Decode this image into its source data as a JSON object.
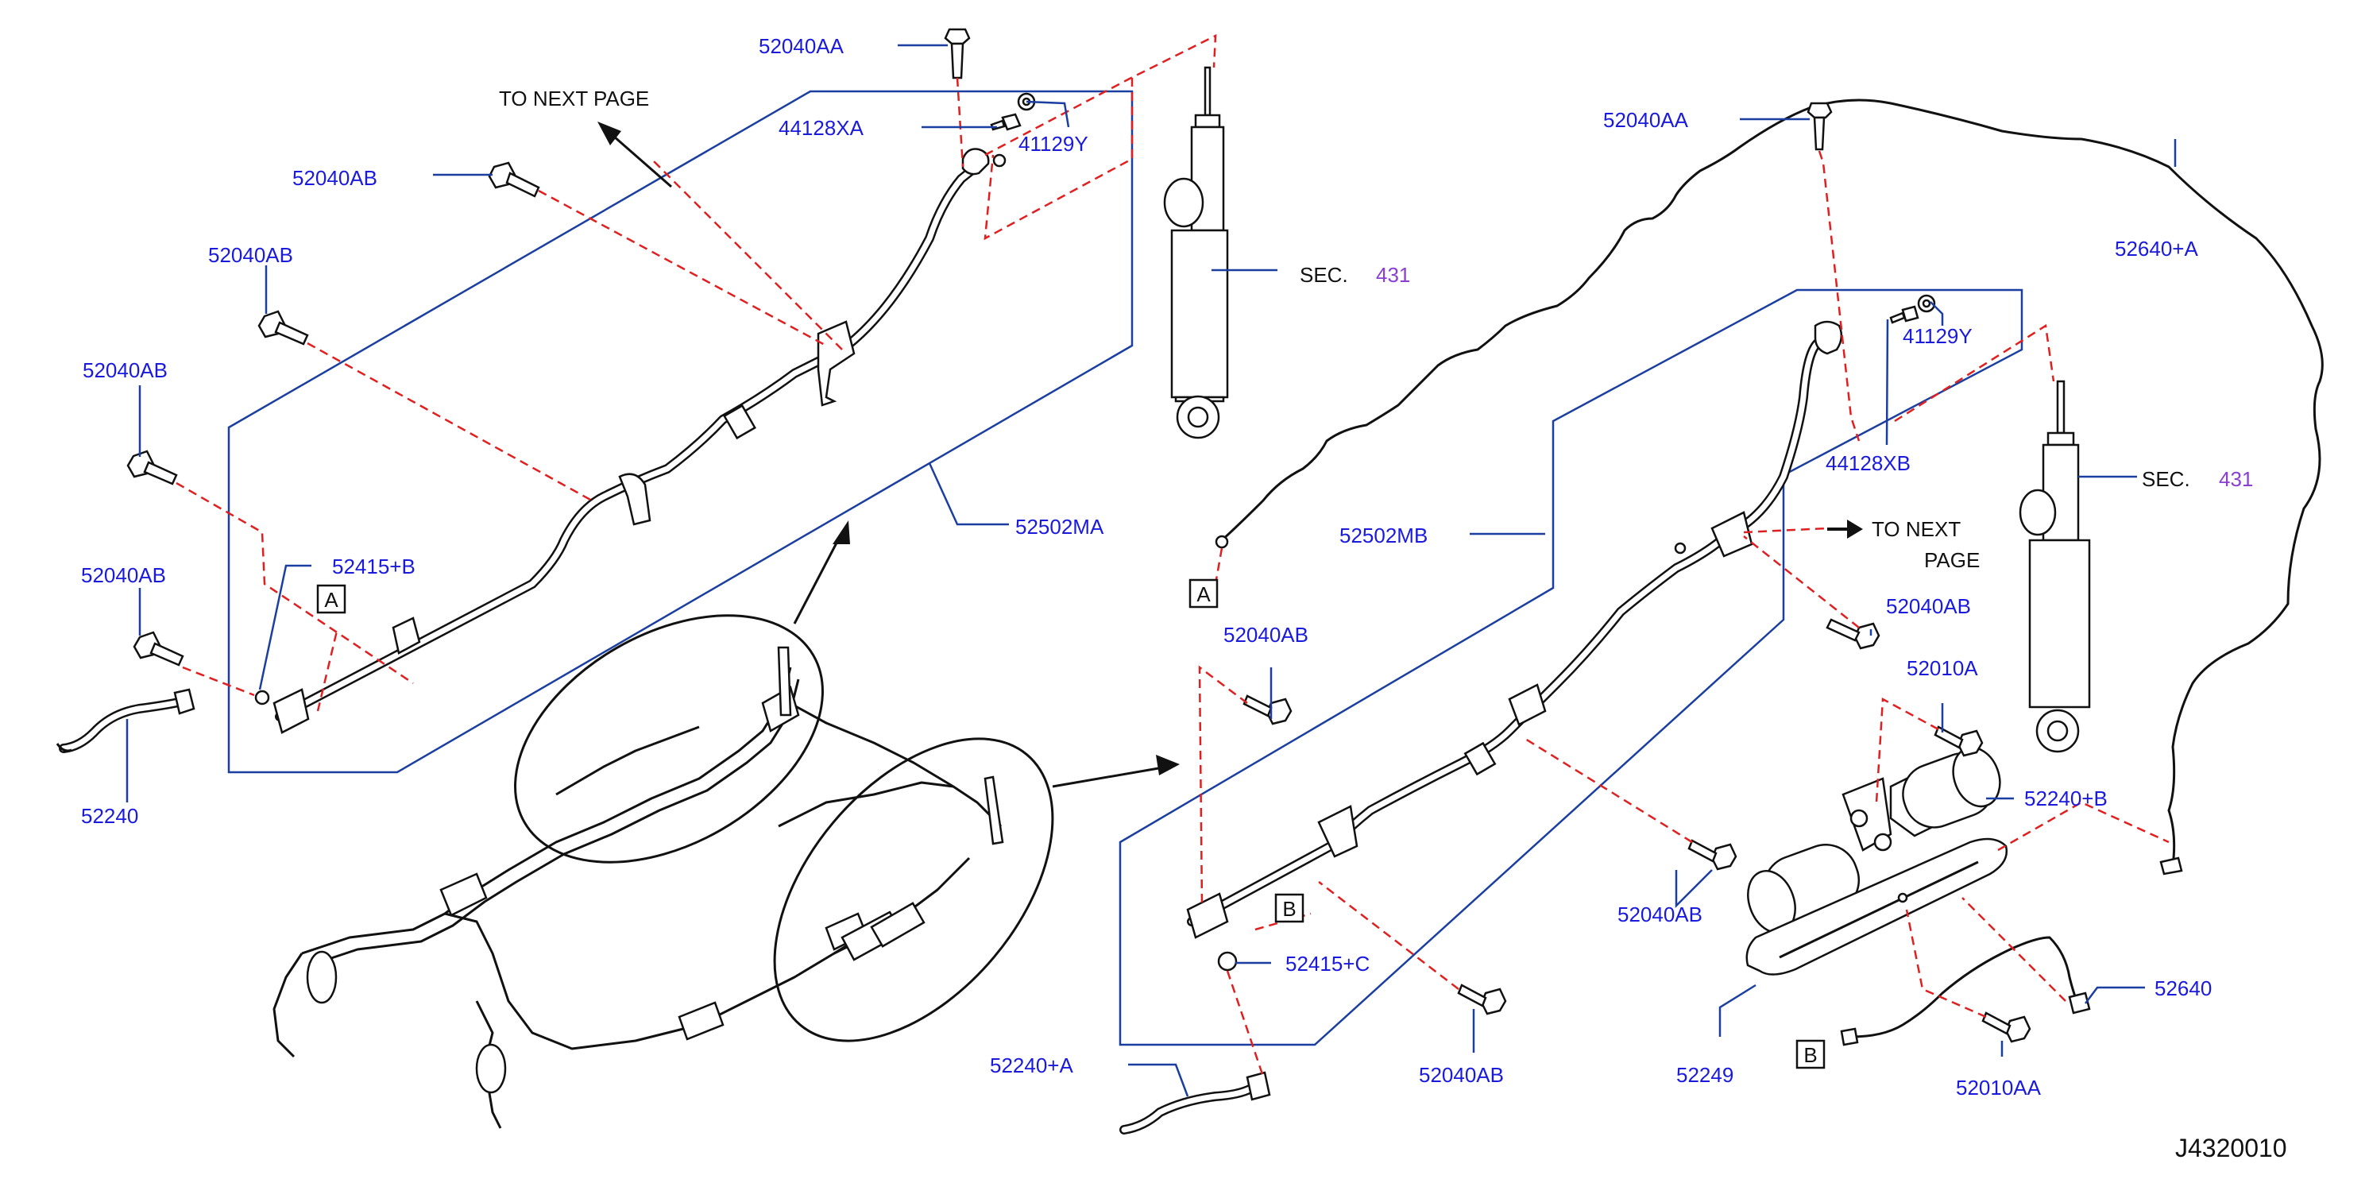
{
  "diagram_code": "J4320010",
  "page_refs": {
    "to_next_page_left": "TO   NEXT   PAGE",
    "to_next_page_right_1": "TO    NEXT",
    "to_next_page_right_2": "PAGE"
  },
  "section_refs": {
    "prefix": "SEC.",
    "number": "431"
  },
  "callouts": {
    "a": "A",
    "b": "B"
  },
  "parts": {
    "bolt_52040AA_left": "52040AA",
    "bolt_52040AA_right": "52040AA",
    "sensor_44128XA": "44128XA",
    "sensor_44128XB": "44128XB",
    "clip_41129Y_left": "41129Y",
    "clip_41129Y_right": "41129Y",
    "bolt_52040AB_1": "52040AB",
    "bolt_52040AB_2": "52040AB",
    "bolt_52040AB_3": "52040AB",
    "bolt_52040AB_4": "52040AB",
    "bolt_52040AB_5": "52040AB",
    "bolt_52040AB_6": "52040AB",
    "bolt_52040AB_7": "52040AB",
    "bolt_52040AB_8": "52040AB",
    "pipe_52502MA": "52502MA",
    "pipe_52502MB": "52502MB",
    "seal_52415B": "52415+B",
    "seal_52415C": "52415+C",
    "hose_52240": "52240",
    "hose_52240A": "52240+A",
    "accumulator_52240B": "52240+B",
    "harness_52640A": "52640+A",
    "harness_52640": "52640",
    "bolt_52010A": "52010A",
    "bolt_52010AA": "52010AA",
    "bracket_52249": "52249"
  },
  "colors": {
    "part_label": "#1a1adc",
    "leader_line": "#1b3fa0",
    "dashed_indicator": "#e02020",
    "section_number": "#8a3fd0",
    "line_art": "#111111"
  }
}
